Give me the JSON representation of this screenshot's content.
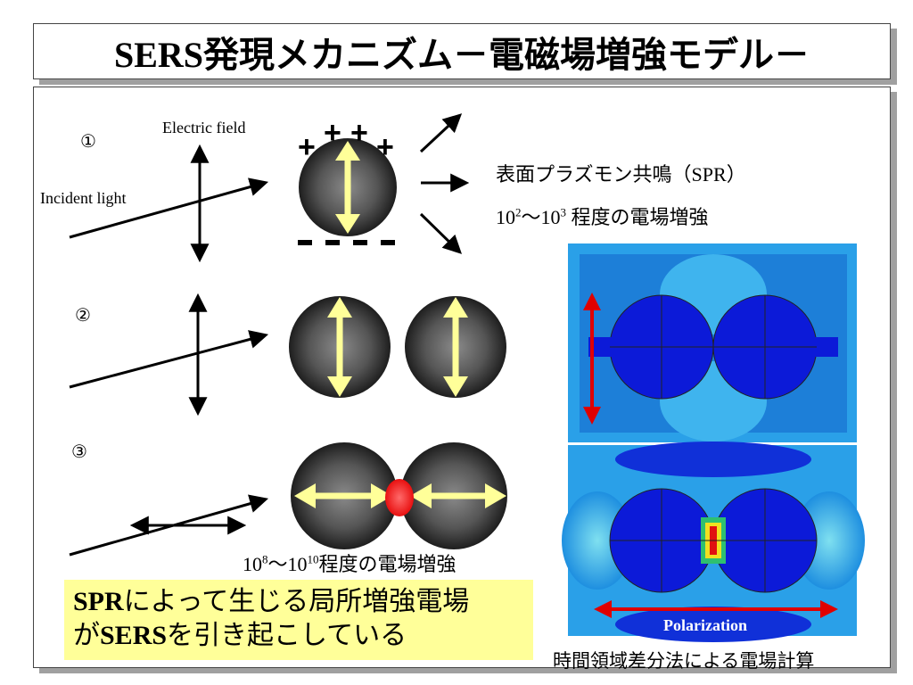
{
  "slide": {
    "title": "SERS発現メカニズム－電磁場増強モデル－",
    "labels": {
      "electric_field": "Electric field",
      "incident_light": "Incident light",
      "step1": "①",
      "step2": "②",
      "step3": "③",
      "spr_title": "表面プラズモン共鳴（SPR）",
      "spr_enh_prefix": "10",
      "spr_enh_exp1": "2",
      "spr_enh_mid": "～10",
      "spr_enh_exp2": "3",
      "spr_enh_suffix": " 程度の電場増強",
      "gap_enh_prefix": "10",
      "gap_enh_exp1": "8",
      "gap_enh_mid": "～10",
      "gap_enh_exp2": "10",
      "gap_enh_suffix": "程度の電場増強",
      "summary_line1_bold": "SPR",
      "summary_line1_rest": "によって生じる局所増強電場",
      "summary_line2_pre": "が",
      "summary_line2_bold": "SERS",
      "summary_line2_rest": "を引き起こしている",
      "polarization": "Polarization",
      "caption": "時間領域差分法による電場計算"
    },
    "charges": {
      "plus": "+",
      "minus": "-"
    },
    "colors": {
      "particle_core": "#6e6e6e",
      "particle_edge": "#2a2a2a",
      "dipole_arrow": "#ffff99",
      "hotspot": "#ff3030",
      "summary_bg": "#ffff99",
      "fdtd_bg": "#1e8fe0",
      "polarization_arrow": "#e00000"
    }
  }
}
